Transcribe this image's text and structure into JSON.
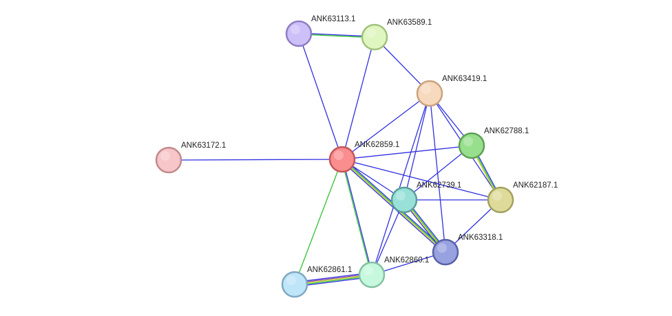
{
  "network": {
    "nodes": [
      {
        "id": "ANK63113.1",
        "label": "ANK63113.1",
        "fill": "#cdbff7",
        "stroke": "#8f7cc6"
      },
      {
        "id": "ANK63589.1",
        "label": "ANK63589.1",
        "fill": "#dff6c0",
        "stroke": "#9fc27c"
      },
      {
        "id": "ANK63419.1",
        "label": "ANK63419.1",
        "fill": "#f7d9bd",
        "stroke": "#c9a27e"
      },
      {
        "id": "ANK62788.1",
        "label": "ANK62788.1",
        "fill": "#97df8c",
        "stroke": "#5f9f57"
      },
      {
        "id": "ANK63172.1",
        "label": "ANK63172.1",
        "fill": "#f6c6c8",
        "stroke": "#c08a8c"
      },
      {
        "id": "ANK62859.1",
        "label": "ANK62859.1",
        "fill": "#fa8d8e",
        "stroke": "#c2565a"
      },
      {
        "id": "ANK62187.1",
        "label": "ANK62187.1",
        "fill": "#dedb9a",
        "stroke": "#a3a05c"
      },
      {
        "id": "ANK62739.1",
        "label": "ANK62739.1",
        "fill": "#98e0d8",
        "stroke": "#5a9e98"
      },
      {
        "id": "ANK63318.1",
        "label": "ANK63318.1",
        "fill": "#98a2e0",
        "stroke": "#5861a4"
      },
      {
        "id": "ANK62861.1",
        "label": "ANK62861.1",
        "fill": "#bfe5f8",
        "stroke": "#7fa8c1"
      },
      {
        "id": "ANK62860.1",
        "label": "ANK62860.1",
        "fill": "#c5f8dc",
        "stroke": "#85c0a1"
      }
    ],
    "edges": [
      {
        "source": "ANK63113.1",
        "target": "ANK63589.1",
        "colors": [
          "#3030e0",
          "#30c030"
        ]
      },
      {
        "source": "ANK63113.1",
        "target": "ANK62859.1",
        "colors": [
          "#3030e0"
        ]
      },
      {
        "source": "ANK63589.1",
        "target": "ANK62859.1",
        "colors": [
          "#3030e0"
        ]
      },
      {
        "source": "ANK63589.1",
        "target": "ANK63419.1",
        "colors": [
          "#3030e0"
        ]
      },
      {
        "source": "ANK63419.1",
        "target": "ANK62859.1",
        "colors": [
          "#3030e0"
        ]
      },
      {
        "source": "ANK63419.1",
        "target": "ANK62788.1",
        "colors": [
          "#3030e0"
        ]
      },
      {
        "source": "ANK63419.1",
        "target": "ANK62187.1",
        "colors": [
          "#3030e0"
        ]
      },
      {
        "source": "ANK63419.1",
        "target": "ANK62739.1",
        "colors": [
          "#3030e0"
        ]
      },
      {
        "source": "ANK63419.1",
        "target": "ANK63318.1",
        "colors": [
          "#3030e0"
        ]
      },
      {
        "source": "ANK63419.1",
        "target": "ANK62860.1",
        "colors": [
          "#3030e0"
        ]
      },
      {
        "source": "ANK62788.1",
        "target": "ANK62187.1",
        "colors": [
          "#3030e0",
          "#30c030",
          "#c8c820"
        ]
      },
      {
        "source": "ANK62788.1",
        "target": "ANK62859.1",
        "colors": [
          "#3030e0"
        ]
      },
      {
        "source": "ANK62788.1",
        "target": "ANK62739.1",
        "colors": [
          "#3030e0"
        ]
      },
      {
        "source": "ANK63172.1",
        "target": "ANK62859.1",
        "colors": [
          "#3030e0"
        ]
      },
      {
        "source": "ANK62859.1",
        "target": "ANK62739.1",
        "colors": [
          "#3030e0"
        ]
      },
      {
        "source": "ANK62859.1",
        "target": "ANK62187.1",
        "colors": [
          "#3030e0"
        ]
      },
      {
        "source": "ANK62859.1",
        "target": "ANK63318.1",
        "colors": [
          "#3030e0",
          "#30c030",
          "#c8c820",
          "#3030e0"
        ]
      },
      {
        "source": "ANK62859.1",
        "target": "ANK62860.1",
        "colors": [
          "#3030e0",
          "#30c030"
        ]
      },
      {
        "source": "ANK62859.1",
        "target": "ANK62861.1",
        "colors": [
          "#30c030"
        ]
      },
      {
        "source": "ANK62739.1",
        "target": "ANK62187.1",
        "colors": [
          "#3030e0"
        ]
      },
      {
        "source": "ANK62739.1",
        "target": "ANK63318.1",
        "colors": [
          "#3030e0",
          "#30c030",
          "#c8c820",
          "#3030e0"
        ]
      },
      {
        "source": "ANK62739.1",
        "target": "ANK62860.1",
        "colors": [
          "#3030e0"
        ]
      },
      {
        "source": "ANK62187.1",
        "target": "ANK63318.1",
        "colors": [
          "#3030e0"
        ]
      },
      {
        "source": "ANK63318.1",
        "target": "ANK62860.1",
        "colors": [
          "#3030e0"
        ]
      },
      {
        "source": "ANK62860.1",
        "target": "ANK62861.1",
        "colors": [
          "#3030e0",
          "#30c030",
          "#c8c820",
          "#8040a0",
          "#3030e0"
        ]
      }
    ]
  }
}
